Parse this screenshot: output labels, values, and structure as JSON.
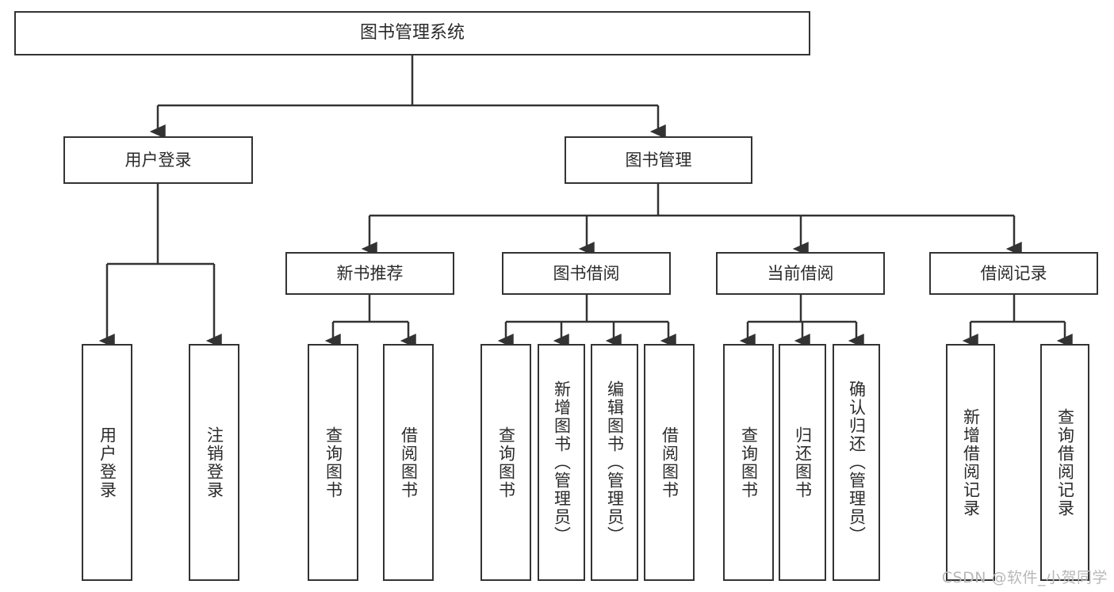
{
  "diagram": {
    "title": "图书管理系统",
    "type": "tree-hierarchy-diagram",
    "colors": {
      "box_border": "#333333",
      "box_fill": "#ffffff",
      "connector": "#333333",
      "text": "#2b2b2b",
      "watermark": "#b8b8b8",
      "background": "#ffffff"
    },
    "root": {
      "label": "图书管理系统"
    },
    "level2": [
      {
        "id": "user-login",
        "label": "用户登录"
      },
      {
        "id": "book-management",
        "label": "图书管理"
      }
    ],
    "level3": [
      {
        "id": "new-book-recommend",
        "label": "新书推荐"
      },
      {
        "id": "book-borrow",
        "label": "图书借阅"
      },
      {
        "id": "current-borrow",
        "label": "当前借阅"
      },
      {
        "id": "borrow-record",
        "label": "借阅记录"
      }
    ],
    "leaves": {
      "user_login": [
        {
          "id": "user-login-leaf",
          "label": "用户登录"
        },
        {
          "id": "logout-leaf",
          "label": "注销登录"
        }
      ],
      "new_book_recommend": [
        {
          "id": "query-book-1",
          "label": "查询图书"
        },
        {
          "id": "borrow-book-1",
          "label": "借阅图书"
        }
      ],
      "book_borrow": [
        {
          "id": "query-book-2",
          "label": "查询图书"
        },
        {
          "id": "add-book",
          "label": "新增图书（管理员）"
        },
        {
          "id": "edit-book",
          "label": "编辑图书（管理员）"
        },
        {
          "id": "borrow-book-2",
          "label": "借阅图书"
        }
      ],
      "current_borrow": [
        {
          "id": "query-book-3",
          "label": "查询图书"
        },
        {
          "id": "return-book",
          "label": "归还图书"
        },
        {
          "id": "confirm-return",
          "label": "确认归还（管理员）"
        }
      ],
      "borrow_record": [
        {
          "id": "add-borrow-record",
          "label": "新增借阅记录"
        },
        {
          "id": "query-borrow-record",
          "label": "查询借阅记录"
        }
      ]
    },
    "watermark": "CSDN @软件_小贺同学"
  }
}
